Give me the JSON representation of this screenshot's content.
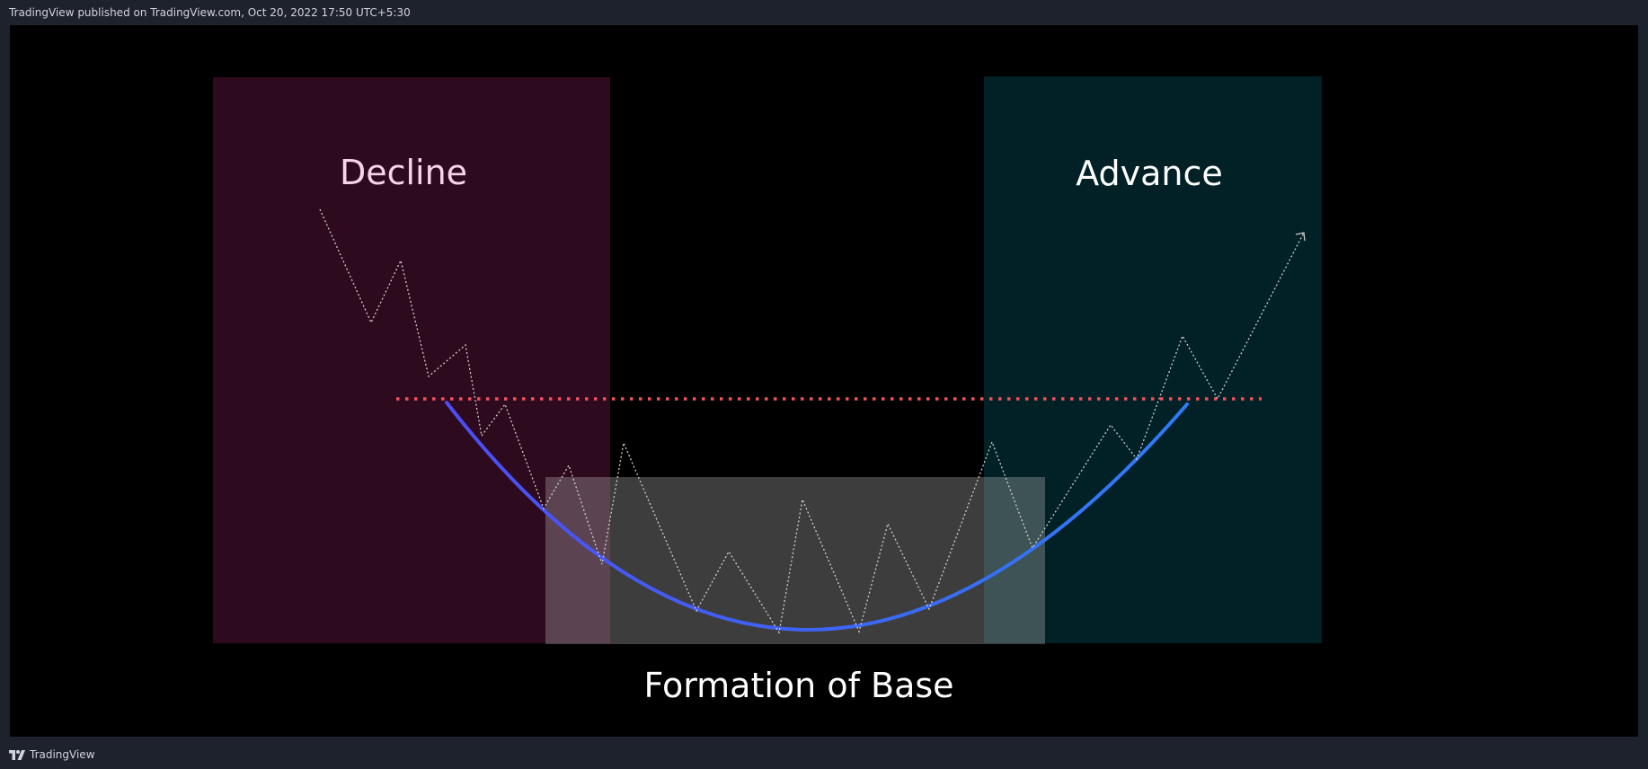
{
  "header": {
    "published_text": "TradingView published on TradingView.com, Oct 20, 2022 17:50 UTC+5:30"
  },
  "footer": {
    "brand_label": "TradingView",
    "logo_icon": "tradingview-logo-icon"
  },
  "diagram": {
    "labels": {
      "decline": "Decline",
      "advance": "Advance",
      "base": "Formation of Base"
    },
    "colors": {
      "background": "#000000",
      "decline_zone": "#2e0a1f",
      "advance_zone": "#012126",
      "base_zone": "#bdbdbd",
      "resistance_line": "#f0515e",
      "curve_start": "#4d4df5",
      "curve_end": "#2e7cf6",
      "price_path": "#cfcfcf",
      "decline_label": "#f7d4ea",
      "advance_label": "#ffffff",
      "base_label": "#ffffff"
    }
  }
}
